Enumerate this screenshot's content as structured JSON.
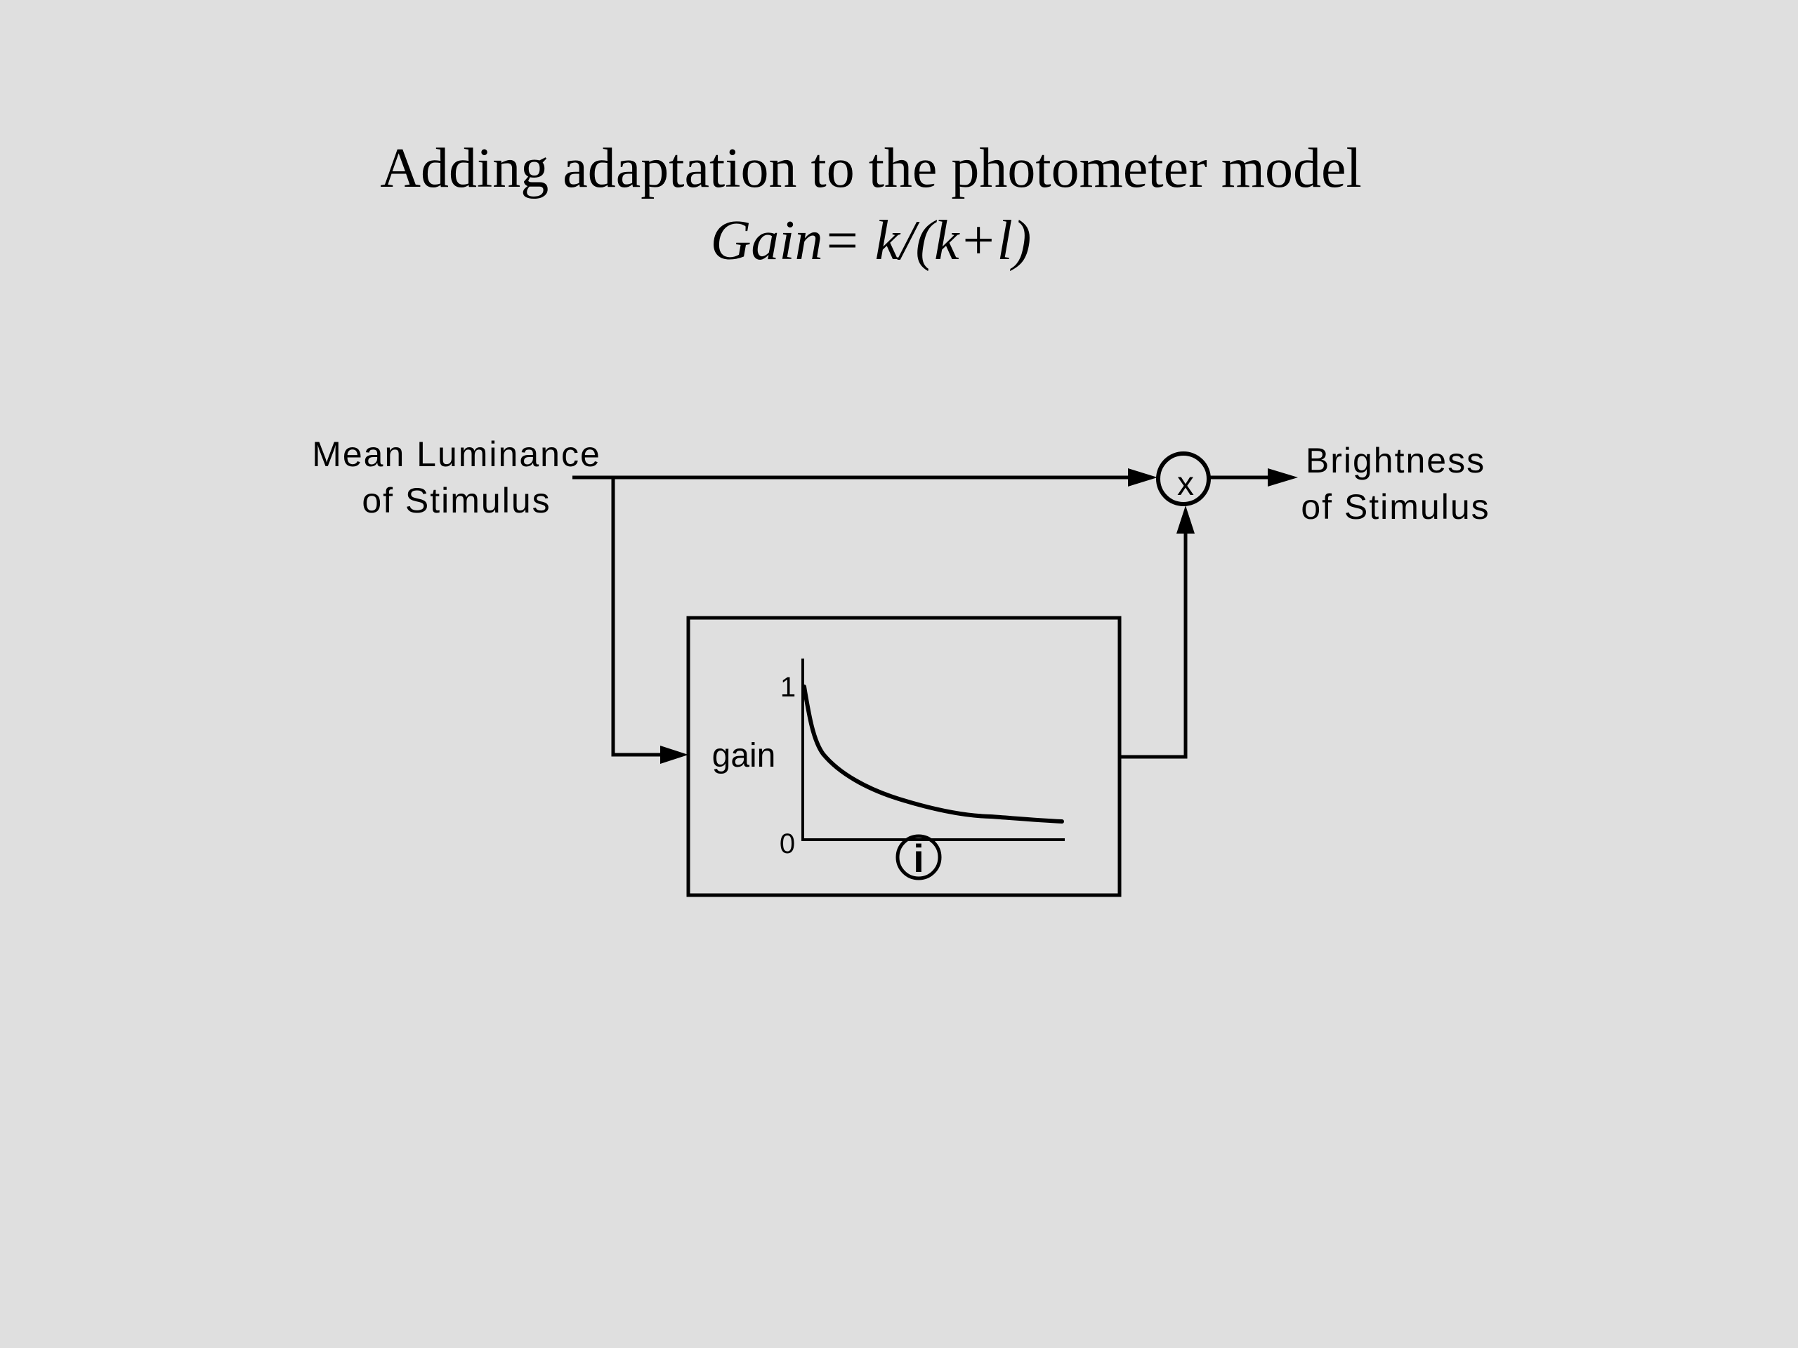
{
  "slide": {
    "title": "Adding adaptation to the photometer model",
    "formula": "Gain= k/(k+l)"
  },
  "diagram": {
    "input_label_line1": "Mean Luminance",
    "input_label_line2": "of Stimulus",
    "output_label_line1": "Brightness",
    "output_label_line2": "of Stimulus",
    "multiplier_symbol": "x",
    "gain_block": {
      "y_axis_label": "gain",
      "y_tick_top": "1",
      "y_tick_bottom": "0",
      "x_axis_symbol": "i",
      "x_axis_symbol_icon": "circled-i-icon"
    }
  }
}
